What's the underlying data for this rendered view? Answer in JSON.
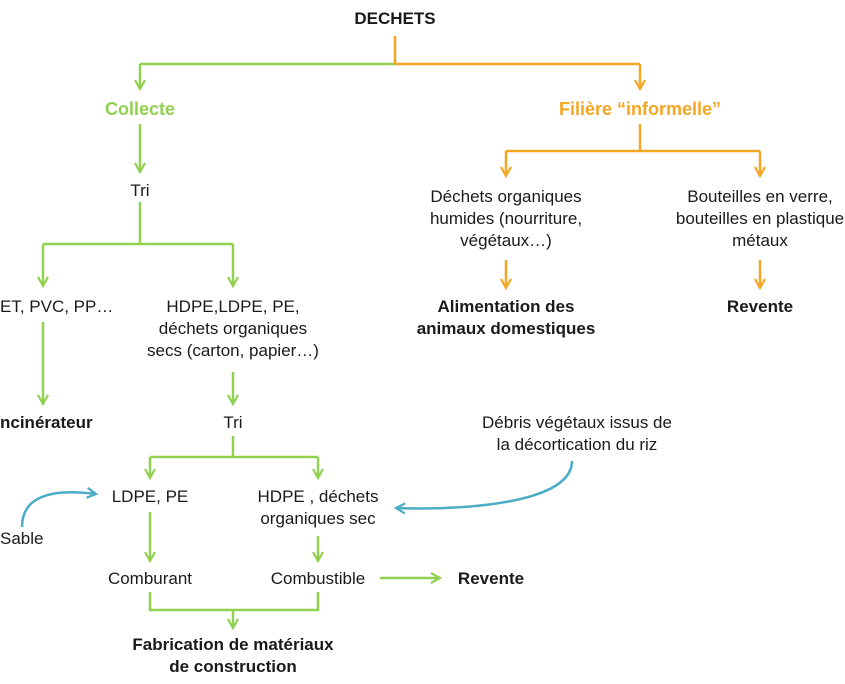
{
  "colors": {
    "green": "#92d050",
    "orange": "#f5a623",
    "blue": "#4bacc6",
    "text": "#1a1a1a"
  },
  "nodes": {
    "root": "DECHETS",
    "collecte": "Collecte",
    "informelle": "Filière “informelle”",
    "tri_1": "Tri",
    "pet_pvc_pp": "ET, PVC, PP…",
    "hdpe_ldpe": "HDPE,LDPE, PE,\ndéchets organiques\nsecs (carton, papier…)",
    "incinerateur": "ncinérateur",
    "tri_2": "Tri",
    "ldpe_pe": "LDPE, PE",
    "hdpe_dechets": "HDPE , déchets\norganiques sec",
    "sable": "Sable",
    "comburant": "Comburant",
    "combustible": "Combustible",
    "revente_1": "Revente",
    "fabrication": "Fabrication de matériaux\nde construction",
    "dechets_organiques": "Déchets organiques\nhumides (nourriture,\nvégétaux…)",
    "bouteilles": "Bouteilles en verre,\nbouteilles en plastique\nmétaux",
    "alimentation": "Alimentation des\nanimaux domestiques",
    "revente_2": "Revente",
    "debris": "Débris végétaux issus de\nla décortication du riz"
  }
}
